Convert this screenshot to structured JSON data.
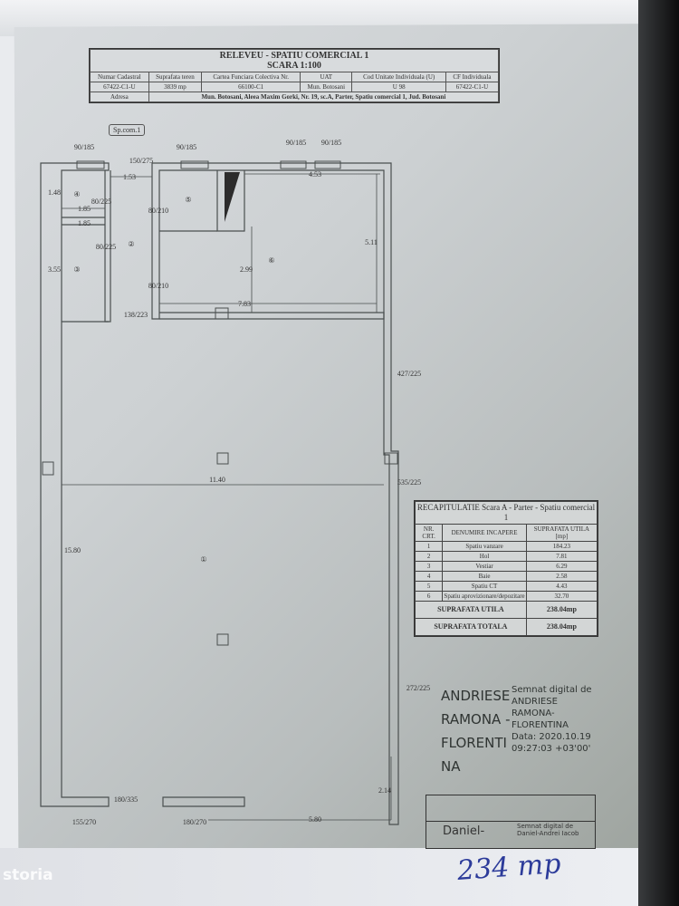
{
  "header": {
    "title": "RELEVEU - SPATIU COMERCIAL 1",
    "scale": "SCARA 1:100",
    "columns": [
      "Numar Cadastral",
      "Suprafata teren",
      "Cartea Funciara Colectiva Nr.",
      "UAT",
      "Cod Unitate Individuala (U)",
      "CF Individuala"
    ],
    "values": [
      "67422-C1-U",
      "3839 mp",
      "66100-C1",
      "Mun. Botosani",
      "U 98",
      "67422-C1-U"
    ],
    "address_label": "Adresa",
    "address": "Mun. Botosani, Aleea Maxim Gorki, Nr. 19, sc.A, Parter, Spatiu comercial 1, Jud. Botosani"
  },
  "plan": {
    "unit_tag": "Sp.com.1",
    "rooms": [
      "①",
      "②",
      "③",
      "④",
      "⑤",
      "⑥"
    ],
    "dimensions": [
      "90/185",
      "150/275",
      "90/185",
      "90/185",
      "90/185",
      "1.53",
      "4.53",
      "1.48",
      "80/225",
      "1.85",
      "1.85",
      "80/225",
      "3.55",
      "80/210",
      "5.11",
      "2.99",
      "80/210",
      "7.83",
      "138/223",
      "427/225",
      "11.40",
      "535/225",
      "15.80",
      "272/225",
      "180/335",
      "155/270",
      "180/270",
      "5.80",
      "2.14"
    ]
  },
  "recap": {
    "title": "RECAPITULATIE Scara A - Parter - Spatiu comercial 1",
    "headers": [
      "NR. CRT.",
      "DENUMIRE INCAPERE",
      "SUPRAFATA UTILA [mp]"
    ],
    "rows": [
      {
        "nr": "1",
        "name": "Spatiu vanzare",
        "area": "184.23"
      },
      {
        "nr": "2",
        "name": "Hol",
        "area": "7.81"
      },
      {
        "nr": "3",
        "name": "Vestiar",
        "area": "6.29"
      },
      {
        "nr": "4",
        "name": "Baie",
        "area": "2.58"
      },
      {
        "nr": "5",
        "name": "Spatiu CT",
        "area": "4.43"
      },
      {
        "nr": "6",
        "name": "Spatiu aprovizionare/depozitare",
        "area": "32.70"
      }
    ],
    "total_util_label": "SUPRAFATA UTILA",
    "total_util": "238.04mp",
    "total_label": "SUPRAFATA TOTALA",
    "total": "238.04mp"
  },
  "signature": {
    "name": "ANDRIESE RAMONA - FLORENTI NA",
    "info": "Semnat digital de ANDRIESE RAMONA-FLORENTINA Data: 2020.10.19 09:27:03 +03'00'"
  },
  "stamp": {
    "name": "Daniel-",
    "info": "Semnat digital de Daniel-Andrei Iacob"
  },
  "handwritten": "234 mp",
  "watermark": "storia"
}
